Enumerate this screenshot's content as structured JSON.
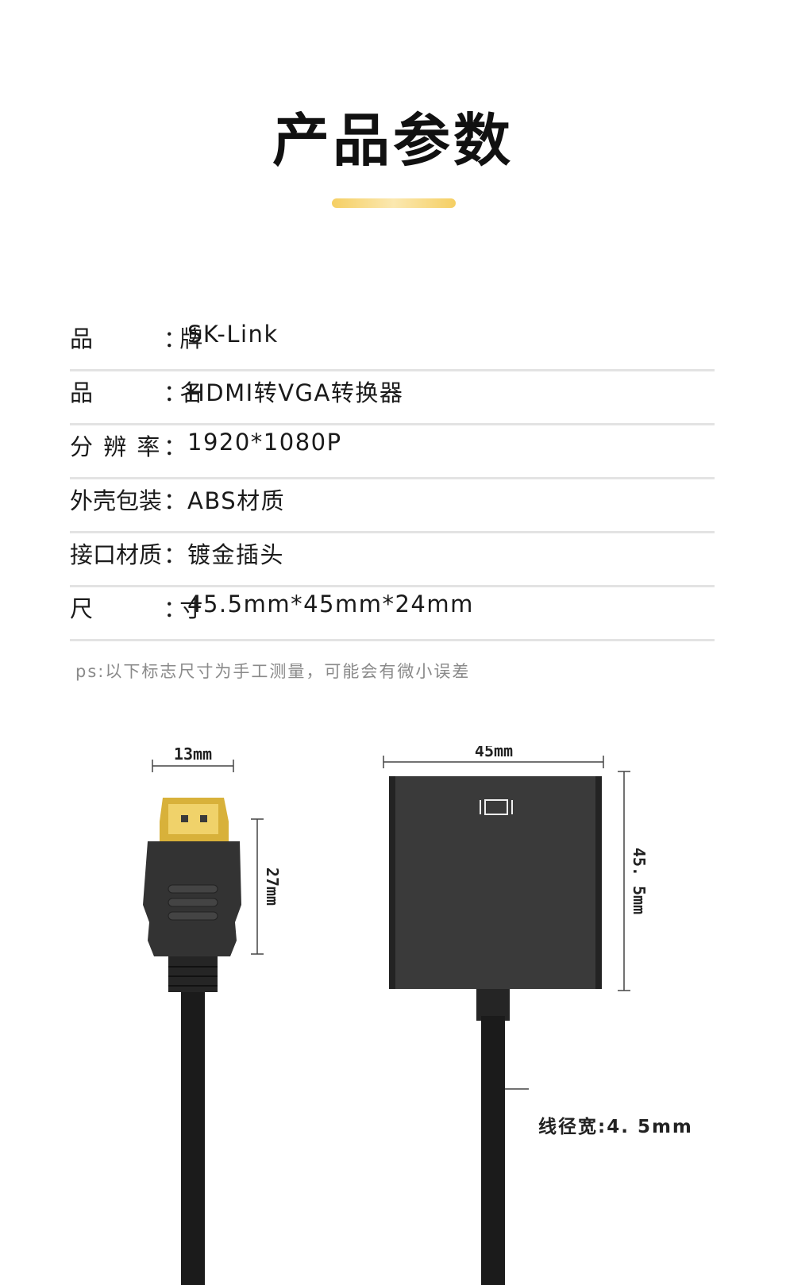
{
  "page": {
    "title": "产品参数",
    "accent_color": "#f5cf63"
  },
  "specs": [
    {
      "label": "品 牌",
      "value": "SK-Link"
    },
    {
      "label": "品 名",
      "value": "HDMI转VGA转换器"
    },
    {
      "label": "分 辨 率",
      "value": "1920*1080P"
    },
    {
      "label": "外壳包装",
      "value": "ABS材质"
    },
    {
      "label": "接口材质",
      "value": "镀金插头"
    },
    {
      "label": "尺 寸",
      "value": "45.5mm*45mm*24mm"
    }
  ],
  "colon": "：",
  "note": "ps:以下标志尺寸为手工测量，可能会有微小误差",
  "diagram": {
    "hdmi_width": "13mm",
    "hdmi_height": "27mm",
    "adapter_width": "45mm",
    "adapter_height": "45. 5mm",
    "cable_width": "线径宽:4. 5mm",
    "vga_port_icon": "vga-port-icon",
    "cable_color": "#1b1b1b",
    "body_color": "#3a3a3a",
    "gold_color": "#d8b13a"
  }
}
